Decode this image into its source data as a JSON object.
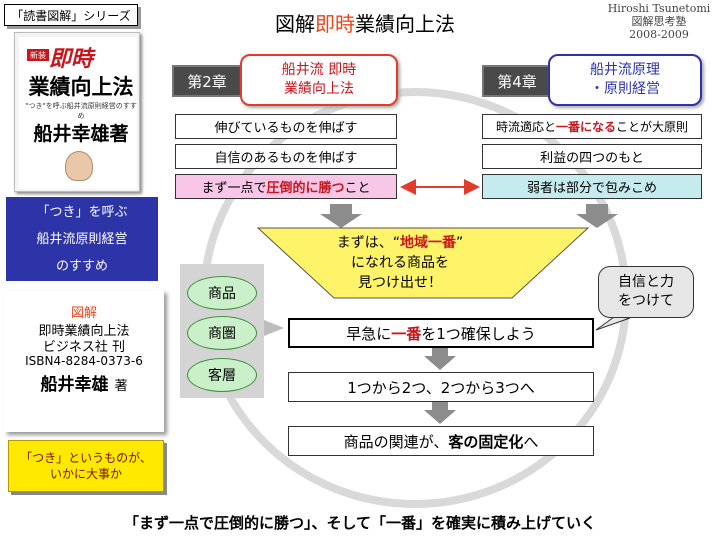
{
  "header": {
    "series_tag": "「読書図解」シリーズ",
    "title_pre": "図解",
    "title_highlight": "即時",
    "title_post": "業績向上法",
    "credit_name": "Hiroshi Tsunetomi",
    "credit_org": "図解思考塾",
    "credit_years": "2008-2009"
  },
  "book_cover": {
    "label": "新装",
    "title_line1": "即時",
    "title_line2": "業績向上法",
    "subtitle": "\"つき\"を呼ぶ船井流原則経営のすすめ",
    "author": "船井幸雄著"
  },
  "blue_box": {
    "lines": [
      "「つき」を呼ぶ",
      "船井流原則経営",
      "のすすめ"
    ]
  },
  "book_info": {
    "zukai": "図解",
    "title": "即時業績向上法",
    "publisher": "ビジネス社 刊",
    "isbn": "ISBN4-8284-0373-6",
    "author": "船井幸雄",
    "author_suffix": "著"
  },
  "yellow_note": {
    "line1": "「つき」というものが、",
    "line2": "いかに大事か"
  },
  "chapter2": {
    "tag": "第2章",
    "title_line1": "船井流 即時",
    "title_line2": "業績向上法",
    "items": [
      "伸びているものを伸ばす",
      "自信のあるものを伸ばす"
    ],
    "item3_pre": "まず一点で",
    "item3_bold": "圧倒的に勝つ",
    "item3_post": "こと"
  },
  "chapter4": {
    "tag": "第4章",
    "title_line1": "船井流原理",
    "title_line2": "・原則経営",
    "item1_pre": "時流適応と",
    "item1_bold": "一番になる",
    "item1_post": "ことが大原則",
    "items": [
      "利益の四つのもと",
      "弱者は部分で包みこめ"
    ]
  },
  "funnel": {
    "line1_pre": "まずは、“",
    "line1_hl": "地域一番",
    "line1_post": "”",
    "line2": "になれる商品を",
    "line3": "見つけ出せ！"
  },
  "categories": [
    "商品",
    "商圏",
    "客層"
  ],
  "bubble": {
    "line1": "自信と力",
    "line2": "をつけて"
  },
  "steps": {
    "step1_pre": "早急に",
    "step1_hl": "一番",
    "step1_post": "を1つ確保しよう",
    "step2": "1つから2つ、2つから3つへ",
    "step3_pre": "商品の関連が、",
    "step3_bold": "客の固定化",
    "step3_post": "へ"
  },
  "conclusion": "「まず一点で圧倒的に勝つ」、そして「一番」を確実に積み上げていく",
  "colors": {
    "accent_red": "#c8161d",
    "title_orange": "#e8471b",
    "navy": "#2d34a8",
    "funnel_yellow": "#fff36a",
    "category_green": "#c9f0c9"
  }
}
